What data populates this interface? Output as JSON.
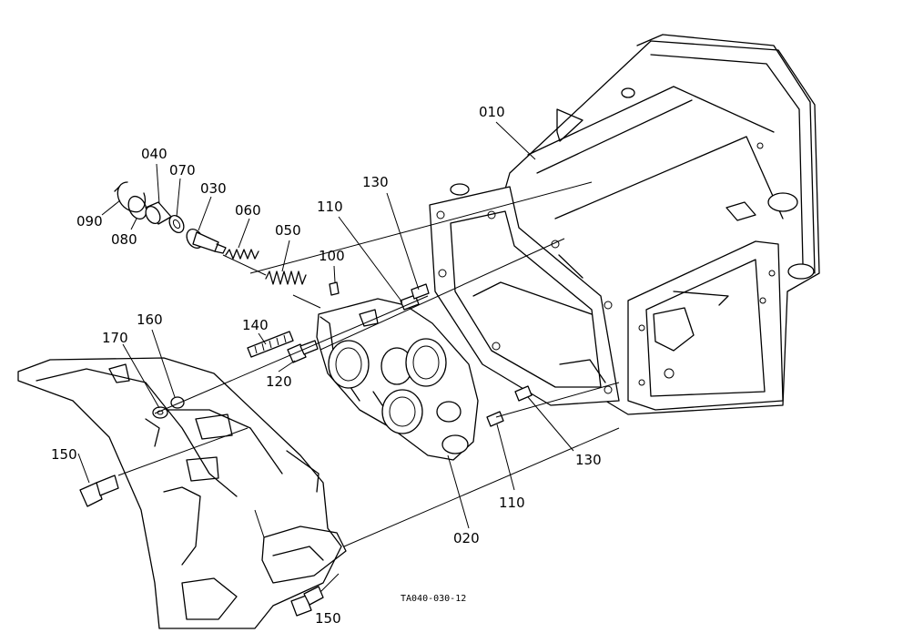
{
  "drawing_code": "TA040-030-12",
  "parts": [
    {
      "id": "p010",
      "label": "010"
    },
    {
      "id": "p020",
      "label": "020"
    },
    {
      "id": "p030",
      "label": "030"
    },
    {
      "id": "p040",
      "label": "040"
    },
    {
      "id": "p050",
      "label": "050"
    },
    {
      "id": "p060",
      "label": "060"
    },
    {
      "id": "p070",
      "label": "070"
    },
    {
      "id": "p080",
      "label": "080"
    },
    {
      "id": "p090",
      "label": "090"
    },
    {
      "id": "p100",
      "label": "100"
    },
    {
      "id": "p110a",
      "label": "110"
    },
    {
      "id": "p110b",
      "label": "110"
    },
    {
      "id": "p120",
      "label": "120"
    },
    {
      "id": "p130a",
      "label": "130"
    },
    {
      "id": "p130b",
      "label": "130"
    },
    {
      "id": "p140",
      "label": "140"
    },
    {
      "id": "p150a",
      "label": "150"
    },
    {
      "id": "p150b",
      "label": "150"
    },
    {
      "id": "p160",
      "label": "160"
    },
    {
      "id": "p170",
      "label": "170"
    }
  ]
}
